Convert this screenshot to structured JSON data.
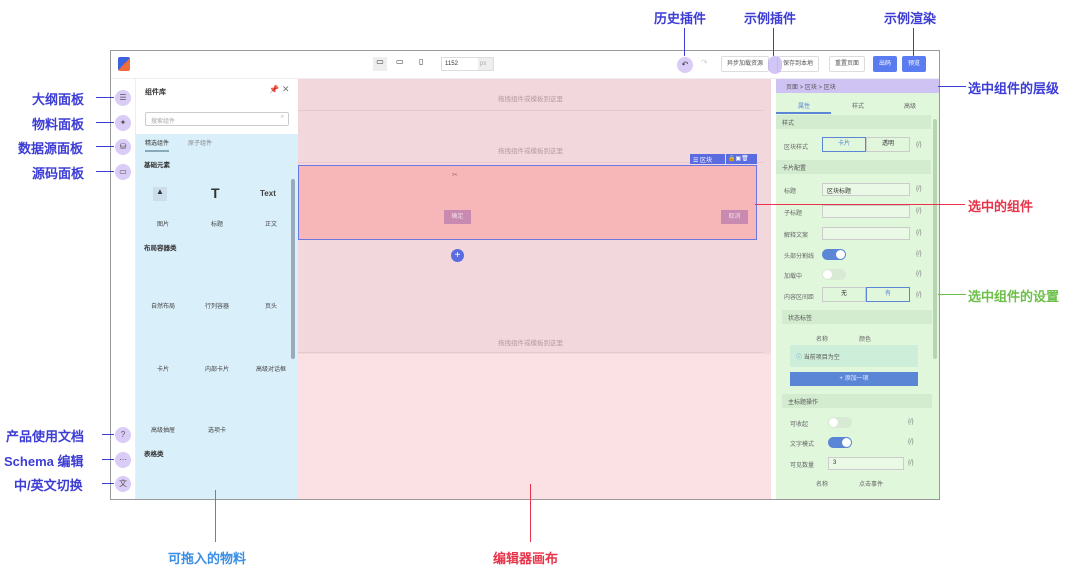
{
  "topbar": {
    "width_value": "1152",
    "unit": "px",
    "buttons": [
      "异步加载资源",
      "保存到本地",
      "重置页面",
      "出码",
      "预览"
    ]
  },
  "library": {
    "title": "组件库",
    "search_placeholder": "搜索组件",
    "tabs": [
      "精选组件",
      "原子组件"
    ],
    "sections": [
      {
        "title": "基础元素",
        "items": [
          "图片",
          "标题",
          "正文"
        ],
        "icon_text": "Text"
      },
      {
        "title": "布局容器类",
        "items": [
          "自然布局",
          "行列容器",
          "页头",
          "卡片",
          "内部卡片",
          "高级对话框",
          "高级抽屉",
          "选项卡"
        ]
      },
      {
        "title": "表格类",
        "items": []
      }
    ]
  },
  "canvas": {
    "drop_hint": "拖拽组件或模板到这里",
    "block_tag": "区块",
    "confirm": "确定",
    "cancel": "取消"
  },
  "settings": {
    "breadcrumb": [
      "页面",
      "区块",
      "区块"
    ],
    "tabs": [
      "属性",
      "样式",
      "高级"
    ],
    "style_group": "样式",
    "block_style_label": "区块样式",
    "block_style_options": [
      "卡片",
      "透明"
    ],
    "card_group": "卡片配置",
    "title_label": "标题",
    "title_value": "区块标题",
    "subtitle_label": "子标题",
    "desc_label": "解释文案",
    "divider_label": "头部分割线",
    "divider_on": true,
    "loading_label": "加载中",
    "loading_on": false,
    "padding_label": "内容区间距",
    "padding_options": [
      "无",
      "有"
    ],
    "status_group": "状态标签",
    "col_name": "名称",
    "col_color": "颜色",
    "empty": "当前项目为空",
    "add": "+ 添加一项",
    "main_actions_group": "主标题操作",
    "collapsible_label": "可收起",
    "collapsible_on": false,
    "text_mode_label": "文字模式",
    "text_mode_on": true,
    "visible_count_label": "可见数量",
    "visible_count": "3",
    "col_click": "点击事件",
    "expr": "{/}"
  },
  "annotations": {
    "outline": "大纲面板",
    "materials": "物料面板",
    "datasource": "数据源面板",
    "source": "源码面板",
    "docs": "产品使用文档",
    "schema": "Schema 编辑",
    "lang": "中/英文切换",
    "history": "历史插件",
    "sample_plugin": "示例插件",
    "sample_render": "示例渲染",
    "hierarchy": "选中组件的层级",
    "selected": "选中的组件",
    "selected_settings": "选中组件的设置",
    "draggable": "可拖入的物料",
    "canvas": "编辑器画布"
  },
  "colors": {
    "annotation_blue": "#3d3dd6",
    "annotation_red": "#e8344a",
    "annotation_green": "#6cc04a",
    "annotation_lightblue": "#3a8ee6",
    "primary": "#5b7cf0"
  }
}
